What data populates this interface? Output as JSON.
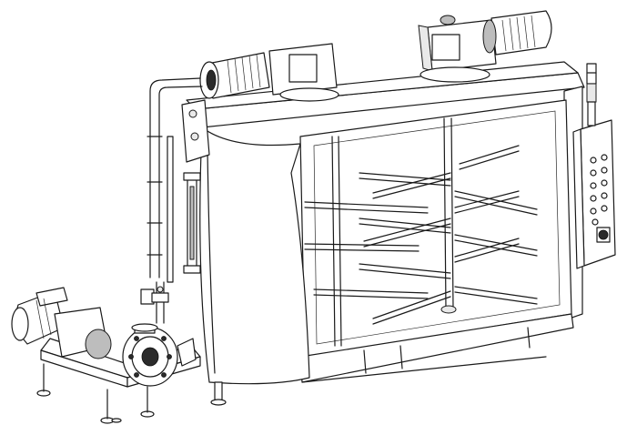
{
  "figure": {
    "subject": "industrial-mixing-tank",
    "colors": {
      "line": "#1a1a1a",
      "background": "#ffffff",
      "shade": "#bdbdbd"
    }
  },
  "components": [
    {
      "id": "motor-left",
      "icon": "electric-motor-icon"
    },
    {
      "id": "motor-right",
      "icon": "electric-motor-icon"
    },
    {
      "id": "gearbox-left",
      "icon": "gearbox-icon"
    },
    {
      "id": "gearbox-right",
      "icon": "gearbox-icon"
    },
    {
      "id": "mixing-paddles",
      "icon": "agitator-icon"
    },
    {
      "id": "control-panel",
      "icon": "control-panel-icon"
    },
    {
      "id": "signal-tower",
      "icon": "signal-light-icon"
    },
    {
      "id": "transfer-pump",
      "icon": "pump-icon"
    },
    {
      "id": "pump-motor",
      "icon": "electric-motor-icon"
    },
    {
      "id": "level-gauge",
      "icon": "sight-glass-icon"
    },
    {
      "id": "support-feet",
      "icon": "leveling-foot-icon"
    }
  ],
  "control_panel": {
    "button_rows": 5,
    "buttons_per_row": 2,
    "has_rotary_switch": true
  },
  "agitator": {
    "paddle_rows": 6,
    "shafts": 2
  }
}
